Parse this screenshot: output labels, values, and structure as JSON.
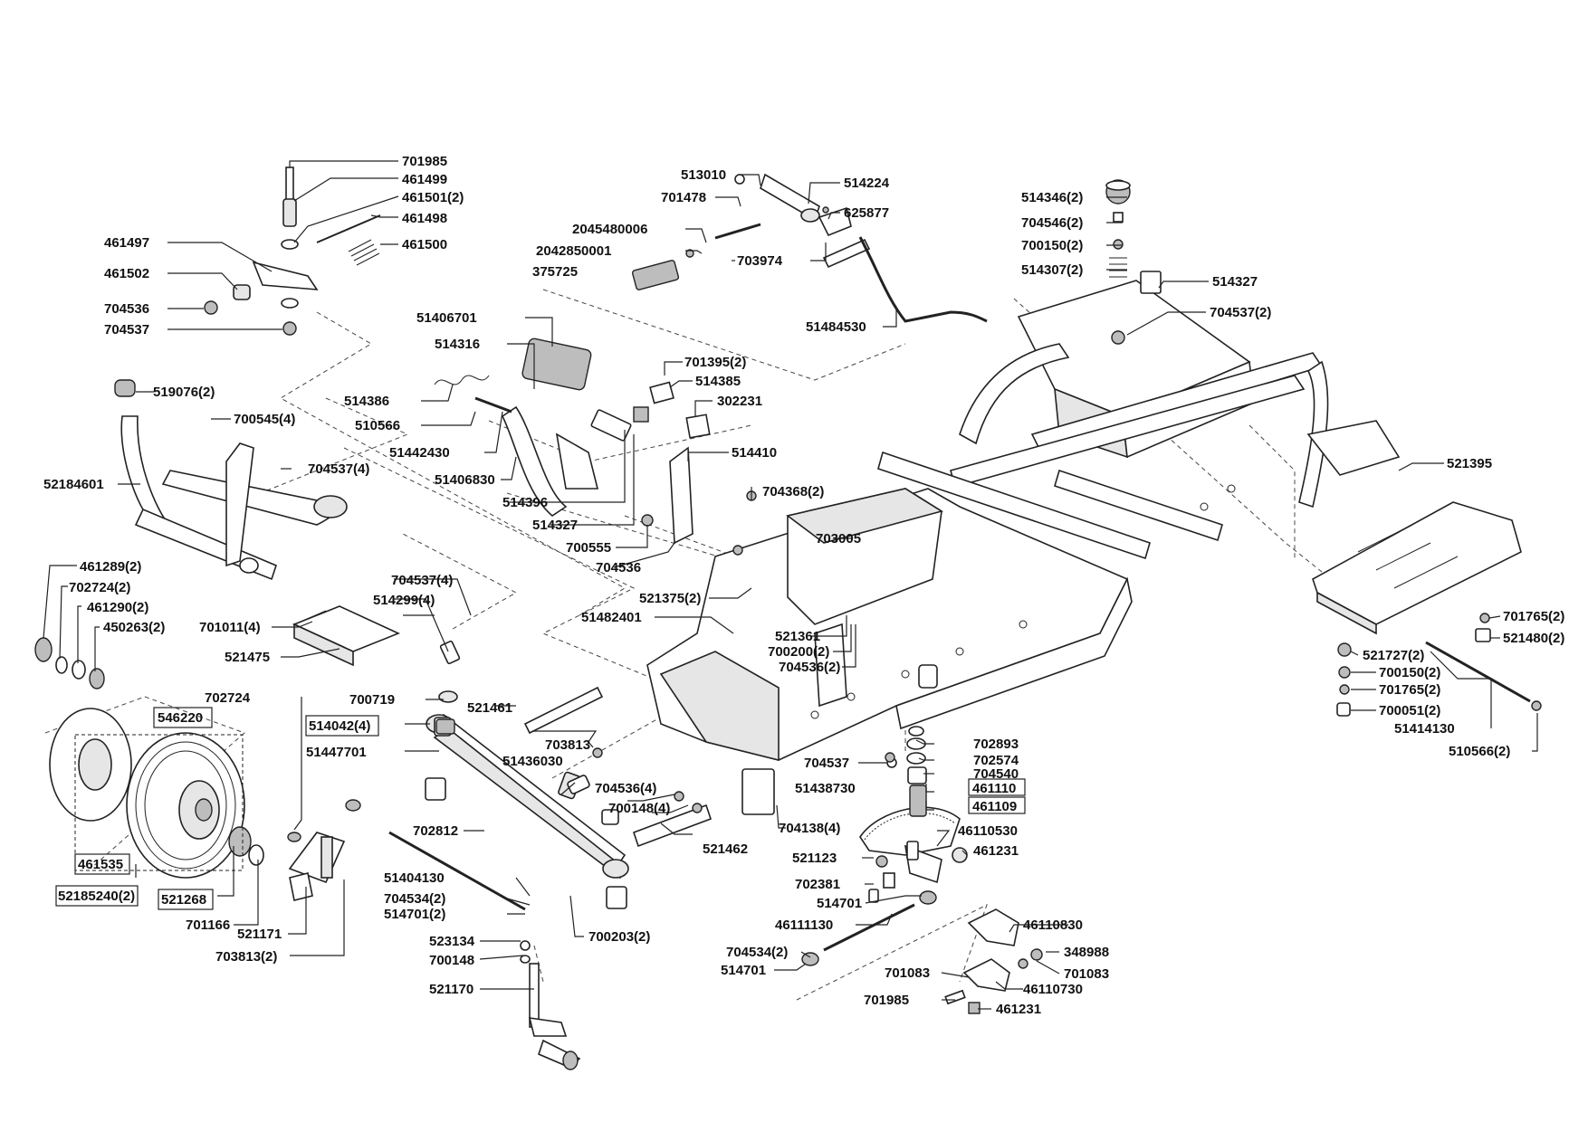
{
  "labels": {
    "l701985a": "701985",
    "l461499": "461499",
    "l461501": "461501(2)",
    "l461498": "461498",
    "l461500": "461500",
    "l461497": "461497",
    "l461502": "461502",
    "l704536a": "704536",
    "l704537a": "704537",
    "l519076": "519076(2)",
    "l700545": "700545(4)",
    "l704537b": "704537(4)",
    "l52184601": "52184601",
    "l461289": "461289(2)",
    "l702724a": "702724(2)",
    "l461290": "461290(2)",
    "l450263": "450263(2)",
    "l701011": "701011(4)",
    "l521475": "521475",
    "l704537c": "704537(4)",
    "l514299": "514299(4)",
    "l546220": "546220",
    "l702724b": "702724",
    "l700719": "700719",
    "l521461": "521461",
    "l514042": "514042(4)",
    "l51447701": "51447701",
    "l703813a": "703813",
    "l51436030": "51436030",
    "l704536b": "704536(4)",
    "l700148a": "700148(4)",
    "l521462": "521462",
    "l461535": "461535",
    "l52185240": "52185240(2)",
    "l521268": "521268",
    "l701166": "701166",
    "l521171": "521171",
    "l703813b": "703813(2)",
    "l702812": "702812",
    "l51404130": "51404130",
    "l704534a": "704534(2)",
    "l514701a": "514701(2)",
    "l523134": "523134",
    "l700148b": "700148",
    "l521170": "521170",
    "l700203": "700203(2)",
    "l513010": "513010",
    "l514224": "514224",
    "l701478": "701478",
    "l625877": "625877",
    "l2045480006": "2045480006",
    "l2042850001": "2042850001",
    "l703974": "703974",
    "l375725": "375725",
    "l51484530": "51484530",
    "l51406701": "51406701",
    "l514316": "514316",
    "l701395": "701395(2)",
    "l514385": "514385",
    "l302231": "302231",
    "l514386": "514386",
    "l510566a": "510566",
    "l51442430": "51442430",
    "l514410": "514410",
    "l51406830": "51406830",
    "l514396": "514396",
    "l514327a": "514327",
    "l700555": "700555",
    "l704536c": "704536",
    "l704368": "704368(2)",
    "l703005": "703005",
    "l521375": "521375(2)",
    "l51482401": "51482401",
    "l521361": "521361",
    "l700200": "700200(2)",
    "l704536d": "704536(2)",
    "l514346": "514346(2)",
    "l704546": "704546(2)",
    "l700150a": "700150(2)",
    "l514307": "514307(2)",
    "l514327b": "514327",
    "l704537d": "704537(2)",
    "l521395": "521395",
    "l701765a": "701765(2)",
    "l521480": "521480(2)",
    "l521727": "521727(2)",
    "l700150b": "700150(2)",
    "l701765b": "701765(2)",
    "l700051": "700051(2)",
    "l51414130": "51414130",
    "l510566b": "510566(2)",
    "l702893": "702893",
    "l702574": "702574",
    "l704537e": "704537",
    "l704540": "704540",
    "l51438730": "51438730",
    "l461110": "461110",
    "l461109": "461109",
    "l704138": "704138(4)",
    "l46110530": "46110530",
    "l521123": "521123",
    "l461231a": "461231",
    "l702381": "702381",
    "l514701b": "514701",
    "l46111130": "46111130",
    "l46110830": "46110830",
    "l704534b": "704534(2)",
    "l348988": "348988",
    "l514701c": "514701",
    "l701083a": "701083",
    "l701083b": "701083",
    "l46110730": "46110730",
    "l701985b": "701985",
    "l461231b": "461231"
  }
}
